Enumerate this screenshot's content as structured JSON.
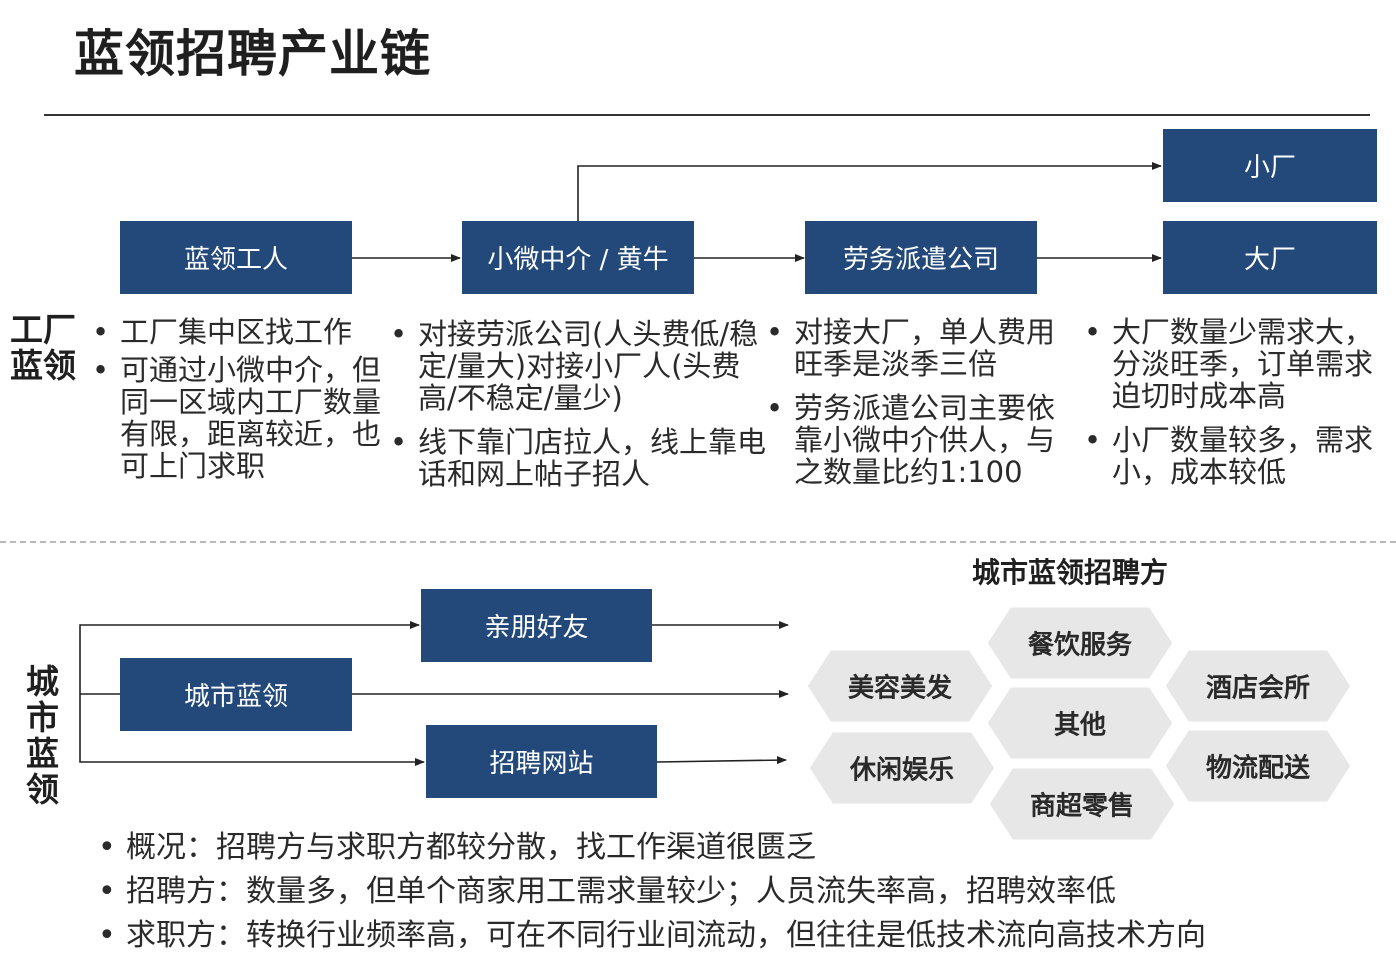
{
  "title": "蓝领招聘产业链",
  "factory": {
    "side_label": [
      "工厂",
      "蓝领"
    ],
    "boxes": {
      "worker": "蓝领工人",
      "agent": "小微中介 / 黄牛",
      "dispatch": "劳务派遣公司",
      "small_factory": "小厂",
      "big_factory": "大厂"
    },
    "columns": [
      [
        "工厂集中区找工作",
        "可通过小微中介，但同一区域内工厂数量有限，距离较近，也可上门求职"
      ],
      [
        "对接劳派公司(人头费低/稳定/量大)对接小厂人(头费高/不稳定/量少)",
        "线下靠门店拉人，线上靠电话和网上帖子招人"
      ],
      [
        "对接大厂，单人费用旺季是淡季三倍",
        "劳务派遣公司主要依靠小微中介供人，与之数量比约1:100"
      ],
      [
        "大厂数量少需求大，分淡旺季，订单需求迫切时成本高",
        "小厂数量较多，需求小，成本较低"
      ]
    ]
  },
  "city": {
    "side_label": [
      "城",
      "市",
      "蓝",
      "领"
    ],
    "boxes": {
      "friends": "亲朋好友",
      "city_worker": "城市蓝领",
      "job_site": "招聘网站"
    },
    "employers_title": "城市蓝领招聘方",
    "employers": [
      "餐饮服务",
      "美容美发",
      "酒店会所",
      "其他",
      "休闲娱乐",
      "物流配送",
      "商超零售"
    ]
  },
  "summary": [
    "概况：招聘方与求职方都较分散，找工作渠道很匮乏",
    "招聘方：数量多，但单个商家用工需求量较少；人员流失率高，招聘效率低",
    "求职方：转换行业频率高，可在不同行业间流动，但往往是低技术流向高技术方向"
  ],
  "colors": {
    "box": "#22497a",
    "hex": "#e7e7e7"
  }
}
